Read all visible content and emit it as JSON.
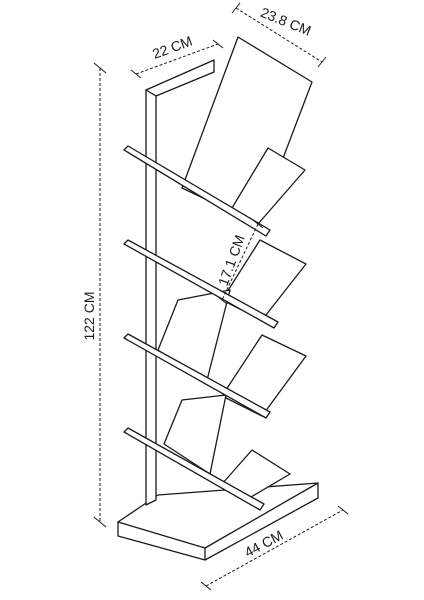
{
  "dimensions": {
    "height": "122 CM",
    "side_depth": "22 CM",
    "shelf_width": "23.8 CM",
    "shelf_spacing": "17.1 CM",
    "base_width": "44 CM"
  }
}
